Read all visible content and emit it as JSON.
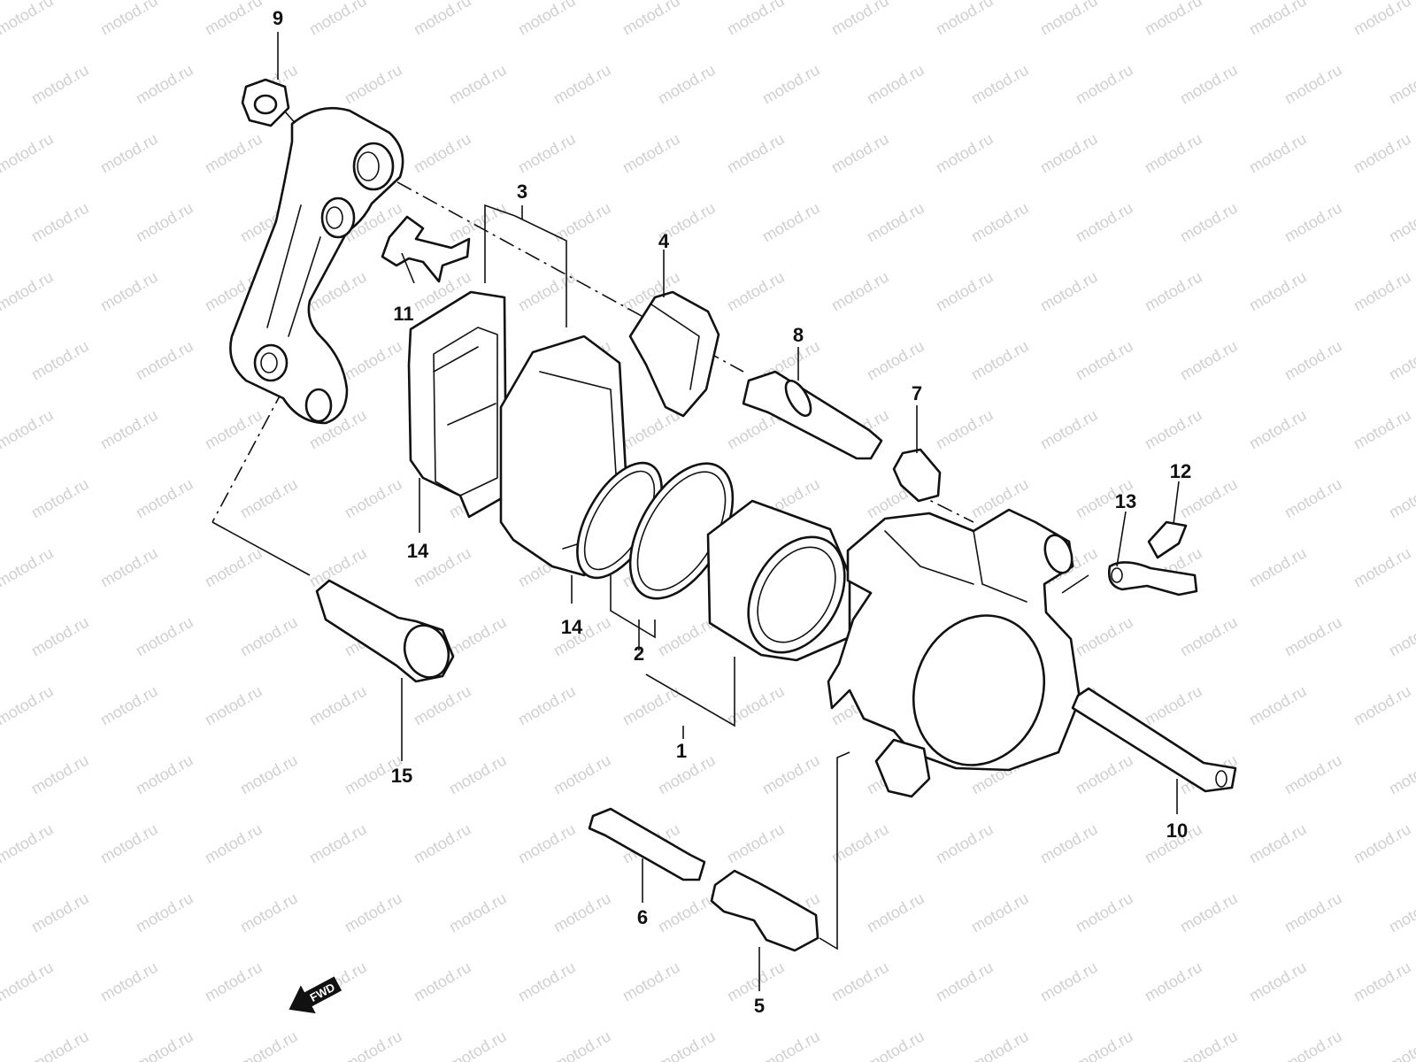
{
  "watermark": "motod.ru",
  "callouts": [
    {
      "id": "1",
      "label": "1"
    },
    {
      "id": "2",
      "label": "2"
    },
    {
      "id": "3",
      "label": "3"
    },
    {
      "id": "4",
      "label": "4"
    },
    {
      "id": "5",
      "label": "5"
    },
    {
      "id": "6",
      "label": "6"
    },
    {
      "id": "7",
      "label": "7"
    },
    {
      "id": "8",
      "label": "8"
    },
    {
      "id": "9",
      "label": "9"
    },
    {
      "id": "10",
      "label": "10"
    },
    {
      "id": "11",
      "label": "11"
    },
    {
      "id": "12",
      "label": "12"
    },
    {
      "id": "13",
      "label": "13"
    },
    {
      "id": "14a",
      "label": "14"
    },
    {
      "id": "14b",
      "label": "14"
    },
    {
      "id": "15",
      "label": "15"
    }
  ],
  "direction_label": "FWD",
  "colors": {
    "line": "#111111",
    "watermark": "#d0d0d0",
    "background": "#ffffff"
  }
}
